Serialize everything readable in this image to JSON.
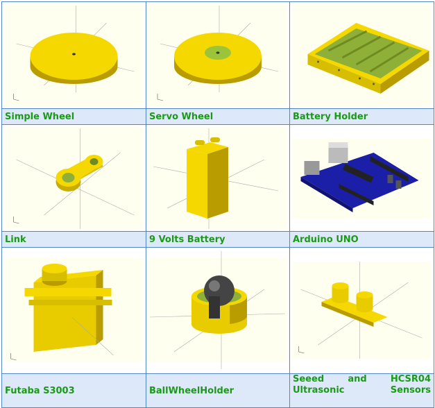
{
  "gallery": {
    "items": [
      {
        "label": "Simple Wheel",
        "icon": "simple-wheel-render"
      },
      {
        "label": "Servo Wheel",
        "icon": "servo-wheel-render"
      },
      {
        "label": "Battery Holder",
        "icon": "battery-holder-render"
      },
      {
        "label": "Link",
        "icon": "link-render"
      },
      {
        "label": "9 Volts Battery",
        "icon": "9v-battery-render"
      },
      {
        "label": "Arduino UNO",
        "icon": "arduino-uno-render"
      },
      {
        "label": "Futaba S3003",
        "icon": "futaba-servo-render"
      },
      {
        "label": "BallWheelHolder",
        "icon": "ball-wheel-holder-render"
      },
      {
        "label": "Seeed and HCSR04 Ultrasonic Sensors",
        "icon": "ultrasonic-sensor-render"
      }
    ]
  },
  "colors": {
    "label_text": "#1a9a18",
    "label_bg": "#dde8f8",
    "border": "#4f86c6",
    "render_bg": "#fffff0",
    "model_yellow": "#f5d800",
    "model_green": "#9bc43a",
    "pcb_blue": "#1b1fa8"
  }
}
